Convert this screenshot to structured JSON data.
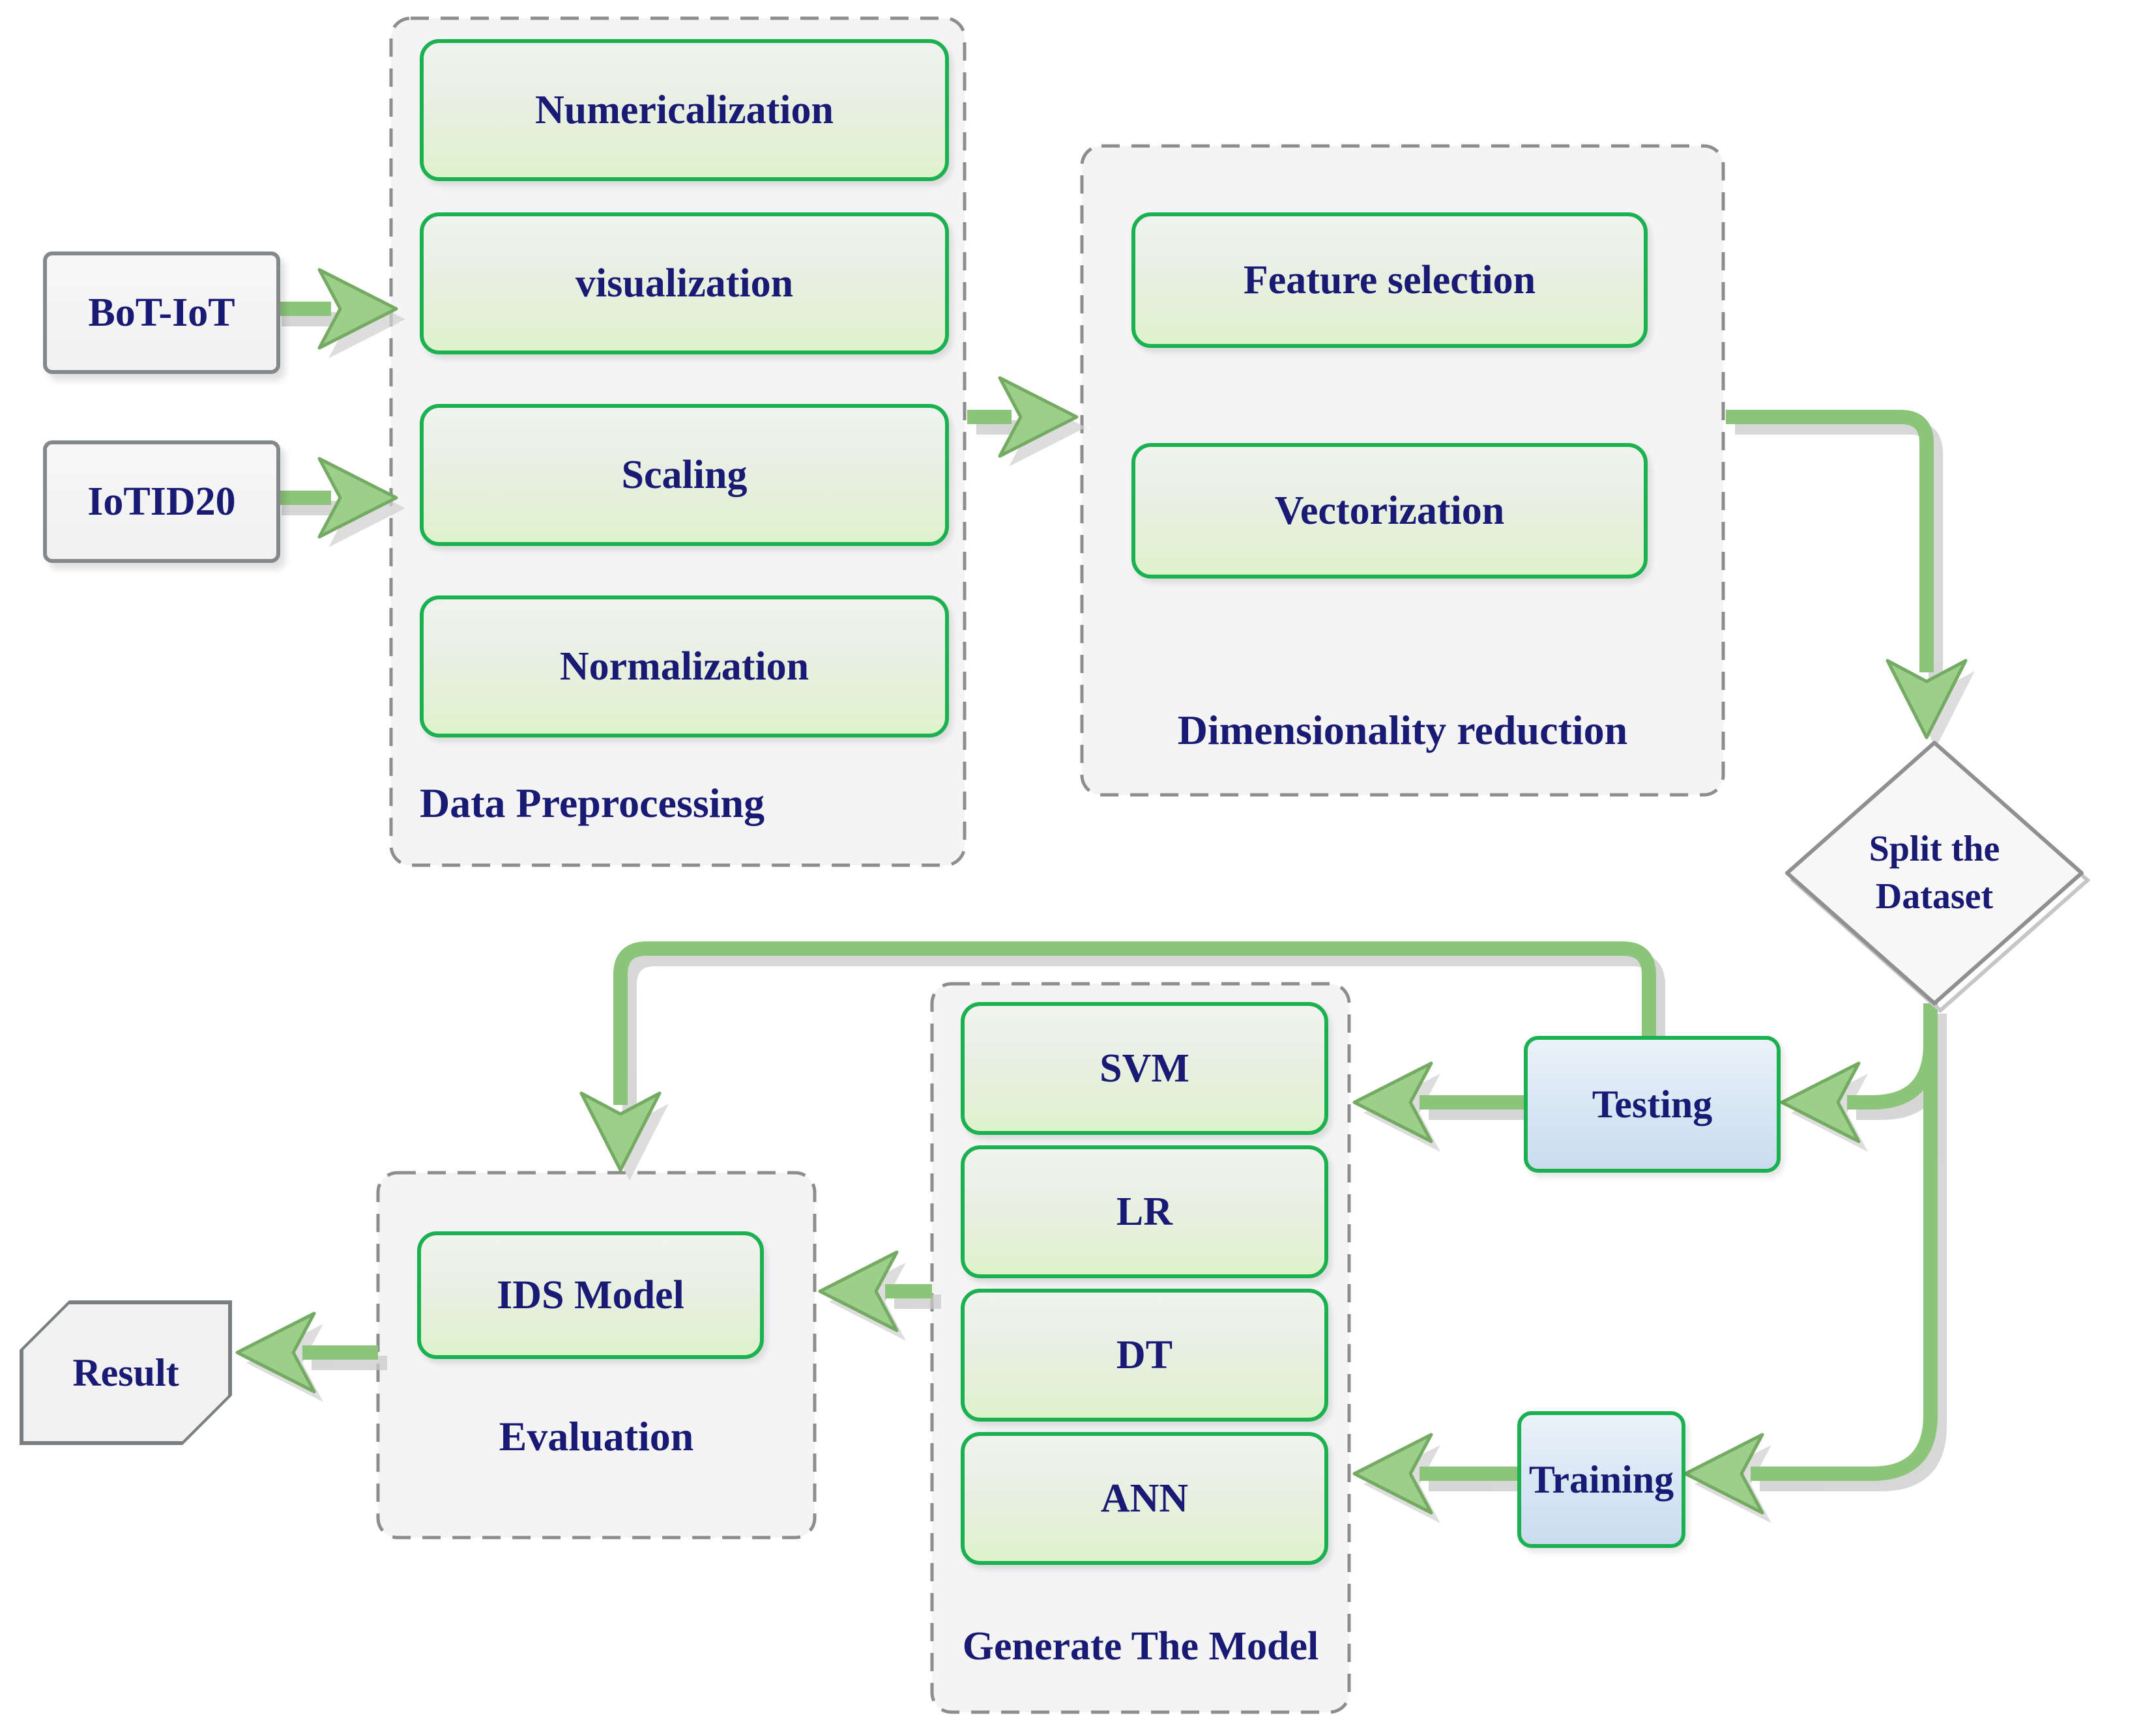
{
  "colors": {
    "arrow_green": "#8cc57a",
    "arrow_head_fill": "#9bcf8a",
    "arrow_shadow": "#c9c9c9",
    "box_border_green": "#1cb150",
    "container_border_gray": "#8b8d8f",
    "text_navy": "#181a74",
    "green_box_gradient_bottom": "#def2cc",
    "blue_box_gradient_bottom": "#c9dcee"
  },
  "datasets": {
    "bot_iot": "BoT-IoT",
    "iotid20": "IoTID20"
  },
  "preprocessing": {
    "label": "Data Preprocessing",
    "steps": [
      "Numericalization",
      "visualization",
      "Scaling",
      "Normalization"
    ]
  },
  "dimensionality_reduction": {
    "label": "Dimensionality reduction",
    "steps": [
      "Feature selection",
      "Vectorization"
    ]
  },
  "split": {
    "line1": "Split the",
    "line2": "Dataset"
  },
  "branches": {
    "testing": "Testing",
    "training": "Training"
  },
  "models": {
    "label": "Generate The Model",
    "items": [
      "SVM",
      "LR",
      "DT",
      "ANN"
    ]
  },
  "evaluation": {
    "label": "Evaluation",
    "model_label": "IDS Model"
  },
  "result": {
    "label": "Result"
  }
}
